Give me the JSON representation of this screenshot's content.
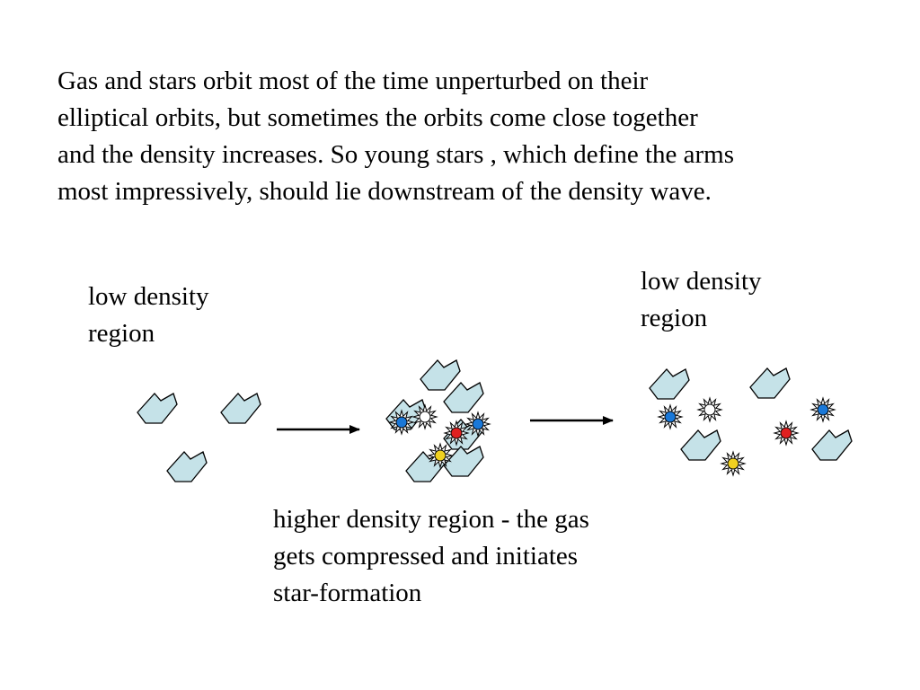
{
  "intro_text": "Gas and stars orbit most of the time unperturbed on their\nelliptical orbits, but sometimes the orbits come close together\nand the density increases. So young stars , which define the arms\nmost impressively, should lie downstream of the density wave.",
  "labels": {
    "left_region": "low density\nregion",
    "right_region": "low density\nregion",
    "middle_region": "higher density region - the gas\ngets compressed and initiates\nstar-formation"
  },
  "colors": {
    "gas_cloud_fill": "#c5e2e8",
    "outline": "#000000",
    "star_blue": "#1a78d8",
    "star_red": "#e02020",
    "star_yellow": "#f0d020",
    "star_white": "#ffffff"
  },
  "icons": {
    "gas_cloud": "gas-cloud-icon",
    "young_star": "star-burst-icon",
    "flow_arrow": "arrow-right-icon"
  }
}
